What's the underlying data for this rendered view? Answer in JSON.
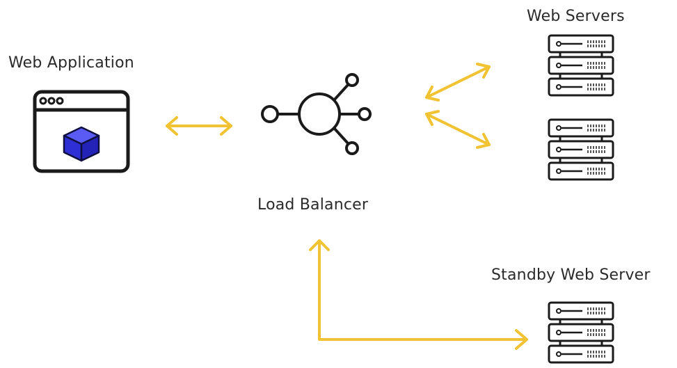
{
  "labels": {
    "web_application": "Web Application",
    "load_balancer": "Load Balancer",
    "web_servers": "Web Servers",
    "standby_web_server": "Standby Web Server"
  },
  "colors": {
    "arrow": "#f1c232",
    "stroke": "#1a1a1a",
    "cube": "#3a3ae6"
  },
  "icons": {
    "web_app": "browser-window-icon",
    "cube": "cube-icon",
    "load_balancer": "network-hub-icon",
    "server": "server-rack-icon"
  }
}
